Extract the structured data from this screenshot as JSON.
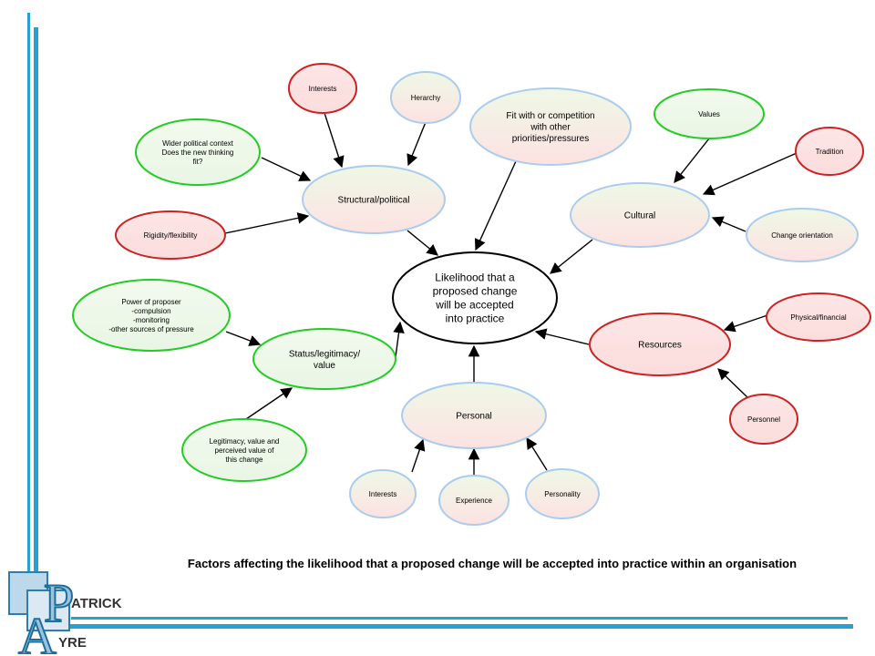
{
  "colors": {
    "accent_line": "#2a9fd6",
    "green_border": "#22cc22",
    "red_border": "#cc2222",
    "blue_border": "#aaccee",
    "pink_fill": "#fbe0e0",
    "green_fill": "#eef7e8"
  },
  "caption": "Factors affecting the likelihood that a proposed change will be accepted into practice within an organisation",
  "logo": {
    "letter_p": "P",
    "letter_a": "A",
    "text_top": "ATRICK",
    "text_bottom": "YRE"
  },
  "nodes": {
    "center": {
      "lines": [
        "Likelihood that a",
        "proposed change",
        "will be accepted",
        "into practice"
      ]
    },
    "structural": {
      "lines": [
        "Structural/political"
      ]
    },
    "cultural": {
      "lines": [
        "Cultural"
      ]
    },
    "resources": {
      "lines": [
        "Resources"
      ]
    },
    "personal": {
      "lines": [
        "Personal"
      ]
    },
    "status": {
      "lines": [
        "Status/legitimacy/",
        "value"
      ]
    },
    "fit": {
      "lines": [
        "Fit with or competition",
        "with other",
        "priorities/pressures"
      ]
    },
    "interests_top": {
      "lines": [
        "Interests"
      ]
    },
    "herarchy": {
      "lines": [
        "Herarchy"
      ]
    },
    "wider": {
      "lines": [
        "Wider political context",
        "Does the new thinking",
        "fit?"
      ]
    },
    "rigidity": {
      "lines": [
        "Rigidity/flexibility"
      ]
    },
    "values": {
      "lines": [
        "Values"
      ]
    },
    "tradition": {
      "lines": [
        "Tradition"
      ]
    },
    "change_orient": {
      "lines": [
        "Change orientation"
      ]
    },
    "physical": {
      "lines": [
        "Physical/financial"
      ]
    },
    "personnel": {
      "lines": [
        "Personnel"
      ]
    },
    "power": {
      "lines": [
        "Power of proposer",
        "-compulsion",
        "-monitoring",
        "-other sources of pressure"
      ]
    },
    "legitimacy": {
      "lines": [
        "Legitimacy, value and",
        "perceived value of",
        "this change"
      ]
    },
    "interests_bottom": {
      "lines": [
        "Interests"
      ]
    },
    "experience": {
      "lines": [
        "Experience"
      ]
    },
    "personality": {
      "lines": [
        "Personality"
      ]
    }
  }
}
